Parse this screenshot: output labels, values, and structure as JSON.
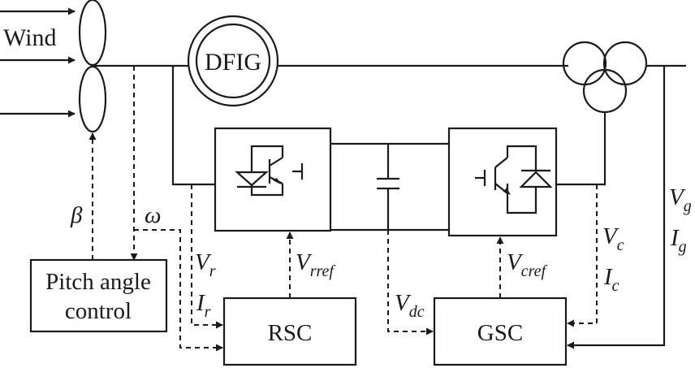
{
  "labels": {
    "wind": "Wind",
    "dfig": "DFIG",
    "rsc": "RSC",
    "gsc": "GSC",
    "pitch_line1": "Pitch angle",
    "pitch_line2": "control"
  },
  "signals": {
    "beta": "β",
    "omega": "ω",
    "vr": {
      "main": "V",
      "sub": "r"
    },
    "ir": {
      "main": "I",
      "sub": "r"
    },
    "vrref": {
      "main": "V",
      "sub": "rref"
    },
    "vdc": {
      "main": "V",
      "sub": "dc"
    },
    "vcref": {
      "main": "V",
      "sub": "cref"
    },
    "vc": {
      "main": "V",
      "sub": "c"
    },
    "ic": {
      "main": "I",
      "sub": "c"
    },
    "vg": {
      "main": "V",
      "sub": "g"
    },
    "ig": {
      "main": "I",
      "sub": "g"
    }
  }
}
